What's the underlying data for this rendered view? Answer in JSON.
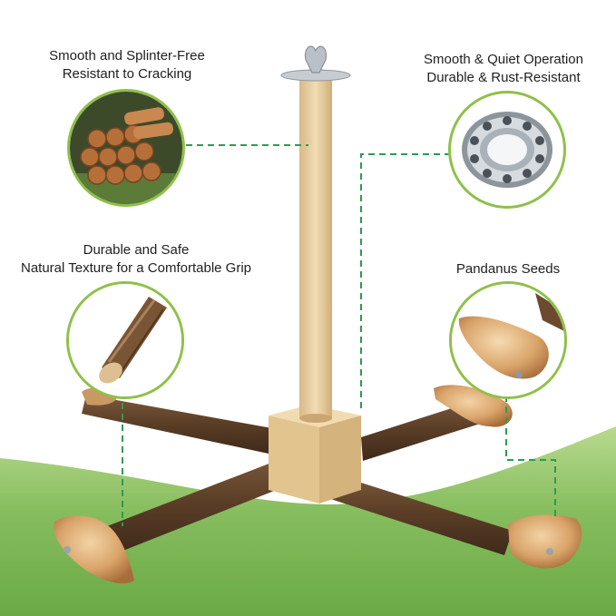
{
  "features": [
    {
      "line1": "Smooth and Splinter-Free",
      "line2": "Resistant to Cracking",
      "icon": "firewood-stack-icon"
    },
    {
      "line1": "Smooth & Quiet Operation",
      "line2": "Durable & Rust-Resistant",
      "icon": "ball-bearing-icon"
    },
    {
      "line1": "Durable and Safe",
      "line2": "Natural Texture for a Comfortable Grip",
      "icon": "branch-closeup-icon"
    },
    {
      "line1": "Pandanus Seeds",
      "line2": "",
      "icon": "pandanus-seed-icon"
    }
  ],
  "colors": {
    "accent_green": "#2e9a52",
    "circle_border": "#8fc04a",
    "ground_green": "#7fb95a",
    "wood_light": "#e8cfa0",
    "bark_dark": "#5a3a22"
  }
}
